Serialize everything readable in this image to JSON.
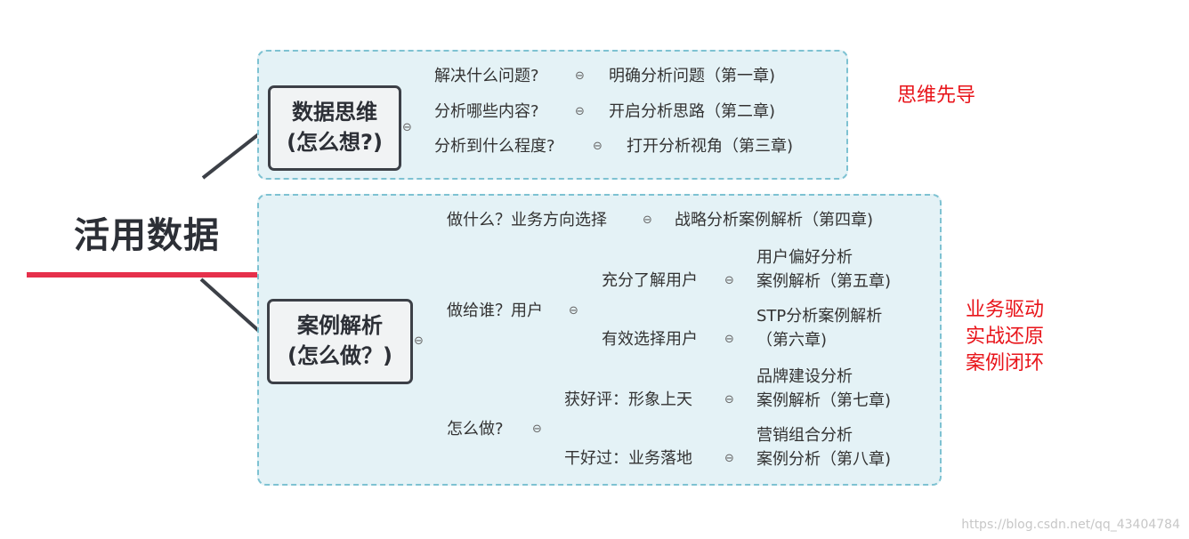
{
  "root": {
    "title": "活用数据"
  },
  "groups": [
    {
      "category": {
        "line1": "数据思维",
        "line2": "(怎么想?)"
      },
      "branches": [
        {
          "question": "解决什么问题?",
          "chapter": "明确分析问题（第一章)"
        },
        {
          "question": "分析哪些内容?",
          "chapter": "开启分析思路（第二章)"
        },
        {
          "question": "分析到什么程度?",
          "chapter": "打开分析视角（第三章)"
        }
      ],
      "note": [
        "思维先导"
      ]
    },
    {
      "category": {
        "line1": "案例解析",
        "line2": "(怎么做？)"
      },
      "branches": [
        {
          "question": "做什么？业务方向选择",
          "chapter": "战略分析案例解析（第四章)"
        },
        {
          "question": "做给谁？用户",
          "children": [
            {
              "label": "充分了解用户",
              "chapter_line1": "用户偏好分析",
              "chapter_line2": "案例解析（第五章)"
            },
            {
              "label": "有效选择用户",
              "chapter_line1": "STP分析案例解析",
              "chapter_line2": "（第六章)"
            }
          ]
        },
        {
          "question": "怎么做?",
          "children": [
            {
              "label": "获好评：形象上天",
              "chapter_line1": "品牌建设分析",
              "chapter_line2": "案例解析（第七章)"
            },
            {
              "label": "干好过：业务落地",
              "chapter_line1": "营销组合分析",
              "chapter_line2": "案例分析（第八章)"
            }
          ]
        }
      ],
      "note": [
        "业务驱动",
        "实战还原",
        "案例闭环"
      ]
    }
  ],
  "collapse_symbol": "⊖",
  "watermark": "https://blog.csdn.net/qq_43404784",
  "colors": {
    "accent_red": "#e6304b",
    "note_red": "#e8141a",
    "group_fill": "#e4f2f6",
    "group_border": "#7ec2d2"
  }
}
